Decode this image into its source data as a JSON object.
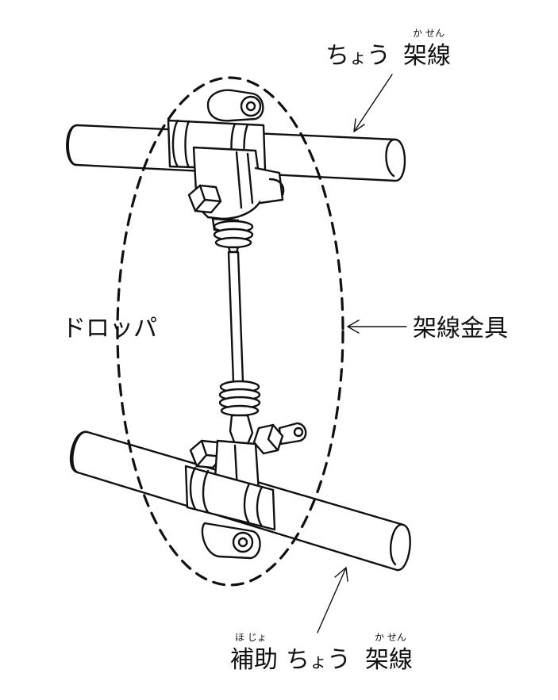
{
  "labels": {
    "top_wire_kana": "ちょう",
    "top_wire_kanji": "架線",
    "top_wire_ruby": "か せん",
    "fitting": "架線金具",
    "dropper": "ドロッパ",
    "bottom_wire_kanji_prefix": "補助",
    "bottom_wire_kana": "ちょう",
    "bottom_wire_kanji": "架線",
    "bottom_wire_ruby_prefix": "ほ じょ",
    "bottom_wire_ruby": "か せん"
  },
  "colors": {
    "line": "#111111",
    "fill": "#ffffff"
  }
}
